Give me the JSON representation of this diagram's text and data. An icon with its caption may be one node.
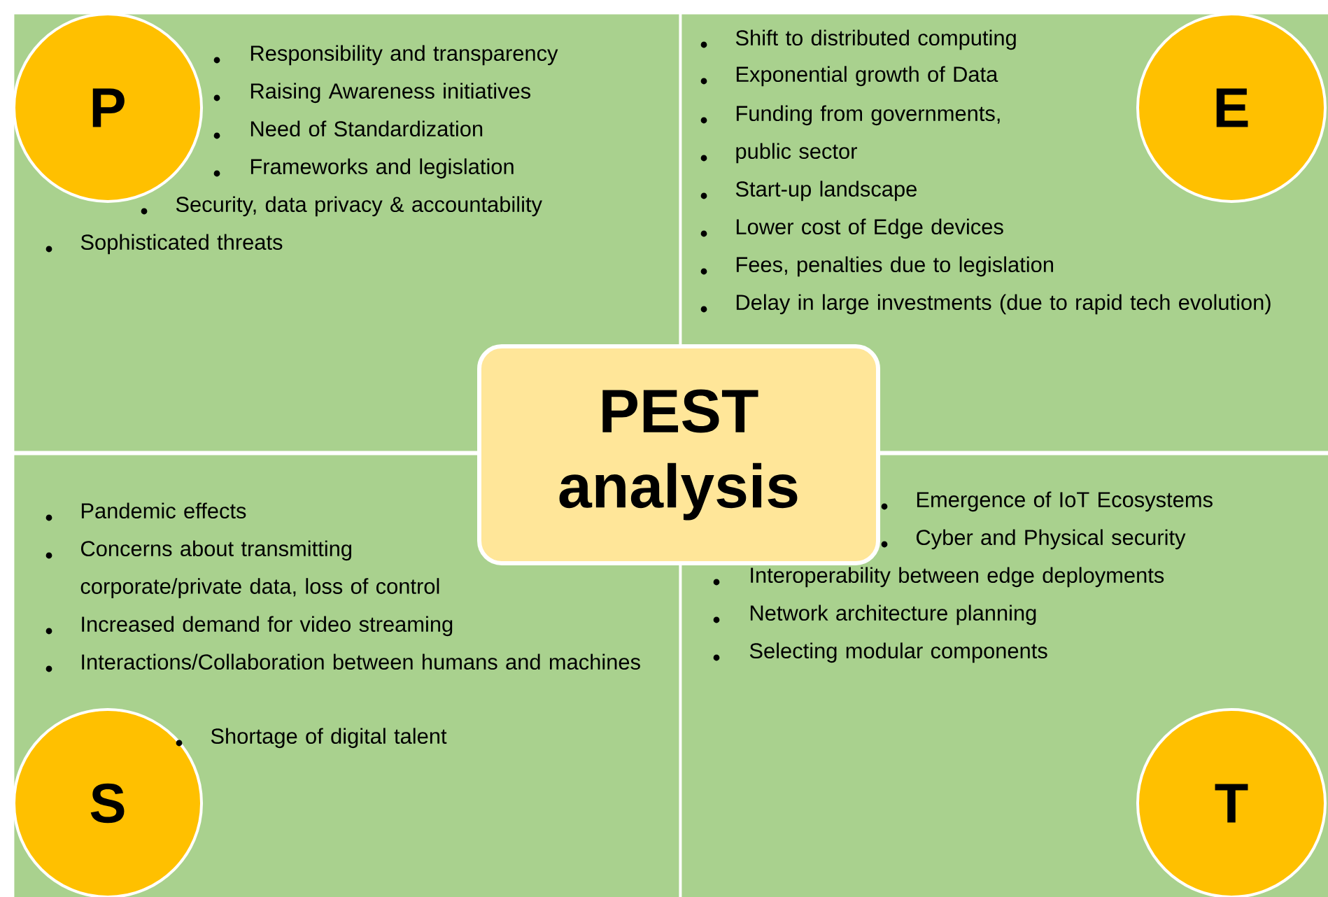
{
  "diagram": {
    "nodes": [
      {
        "text": [
          "Responsibility and transparency",
          "Raising Awareness initiatives",
          "Need of Standardization",
          "Frameworks and legislation",
          "Security, data privacy & accountability",
          "Sophisticated threats"
        ]
      },
      {
        "text": [
          "P"
        ],
        "in": 0
      },
      {
        "text": [
          "Shift to distributed computing",
          "Exponential growth of Data",
          "Funding from governments,",
          "public sector",
          "Start-up landscape",
          "Lower cost of Edge devices",
          "Fees, penalties due to legislation",
          "Delay in large investments (due to rapid tech evolution)"
        ]
      },
      {
        "text": [
          "E"
        ],
        "in": 2
      },
      {
        "text": [
          "PEST analysis"
        ]
      },
      {
        "text": [
          "Pandemic effects",
          "Concerns about transmitting corporate/private data, loss of control",
          "Increased demand for video streaming",
          "Interactions/Collaboration between humans and machines",
          "Shortage of digital talent"
        ]
      },
      {
        "text": [
          "S"
        ],
        "in": 5
      },
      {
        "text": [
          "Emergence of IoT Ecosystems",
          "Cyber and Physical security",
          "Interoperability between edge deployments",
          "Network architecture planning",
          "Selecting modular components"
        ]
      },
      {
        "text": [
          "T"
        ],
        "in": 7
      }
    ]
  }
}
